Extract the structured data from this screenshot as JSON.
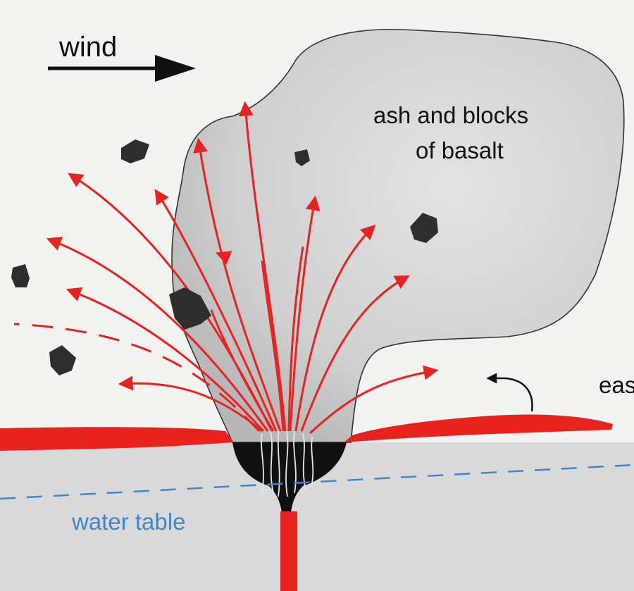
{
  "labels": {
    "wind": "wind",
    "cloud_line1": "ash and blocks",
    "cloud_line2": "of basalt",
    "water_table": "water table",
    "edge_text": "east"
  },
  "colors": {
    "background": "#f2f2f1",
    "ground": "#d8d8d8",
    "cloud": "#d4d4d4",
    "lava": "#e8231f",
    "crater": "#111111",
    "water_table": "#3f86cf",
    "blocks": "#2e2e2e"
  },
  "icons": {
    "wind_arrow": "right-arrow-icon",
    "flow_arrow": "curved-arrow-icon"
  }
}
